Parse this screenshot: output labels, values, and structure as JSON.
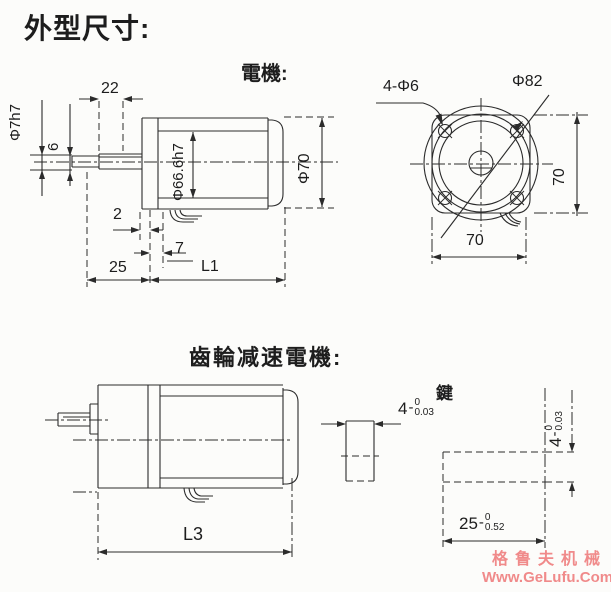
{
  "page": {
    "title": "外型尺寸:"
  },
  "motor_side_view": {
    "label": "電機:",
    "dim_shaft_ext": "22",
    "dim_shaft_dia": "Φ7h7",
    "dim_key_height": "6",
    "dim_spigot_dia": "Φ66.6h7",
    "dim_body_dia": "Φ70",
    "dim_step": "2",
    "dim_spigot_len": "7",
    "dim_front_len": "25",
    "dim_body_len": "L1"
  },
  "motor_front_view": {
    "dim_holes": "4-Φ6",
    "dim_outer_dia": "Φ82",
    "dim_height": "70",
    "dim_width": "70"
  },
  "gear_motor_view": {
    "label": "齒輪减速電機:",
    "dim_total_len": "L3"
  },
  "key_detail": {
    "label": "鍵",
    "width": {
      "nominal": "4",
      "sign": "-",
      "upper": "0",
      "lower": "0.03"
    },
    "height": {
      "nominal": "4",
      "sign": "-",
      "upper": "0",
      "lower": "0.03"
    },
    "length": {
      "nominal": "25",
      "sign": "-",
      "upper": "0",
      "lower": "0.52"
    }
  },
  "watermark": {
    "line1": "格鲁夫机械",
    "line2": "Www.GeLufu.Com",
    "color": "#f08a8a"
  }
}
